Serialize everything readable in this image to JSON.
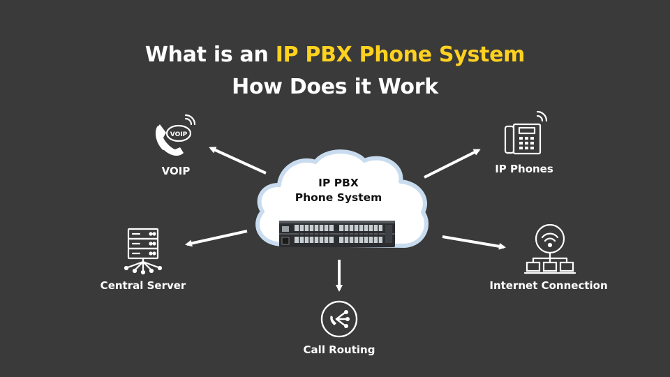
{
  "title": {
    "prefix": "What is an ",
    "highlight": "IP PBX Phone System",
    "line2": "How Does it Work"
  },
  "center": {
    "line1": "IP PBX",
    "line2": "Phone System"
  },
  "nodes": {
    "voip": {
      "label": "VOIP",
      "badge": "VOIP"
    },
    "ip_phones": {
      "label": "IP Phones"
    },
    "central_server": {
      "label": "Central Server"
    },
    "internet": {
      "label": "Internet Connection"
    },
    "call_routing": {
      "label": "Call Routing"
    }
  },
  "colors": {
    "background": "#3a3a3a",
    "highlight": "#ffd21f",
    "cloud_fill": "#ffffff",
    "cloud_stroke": "#c9dcef",
    "icon": "#ffffff"
  }
}
